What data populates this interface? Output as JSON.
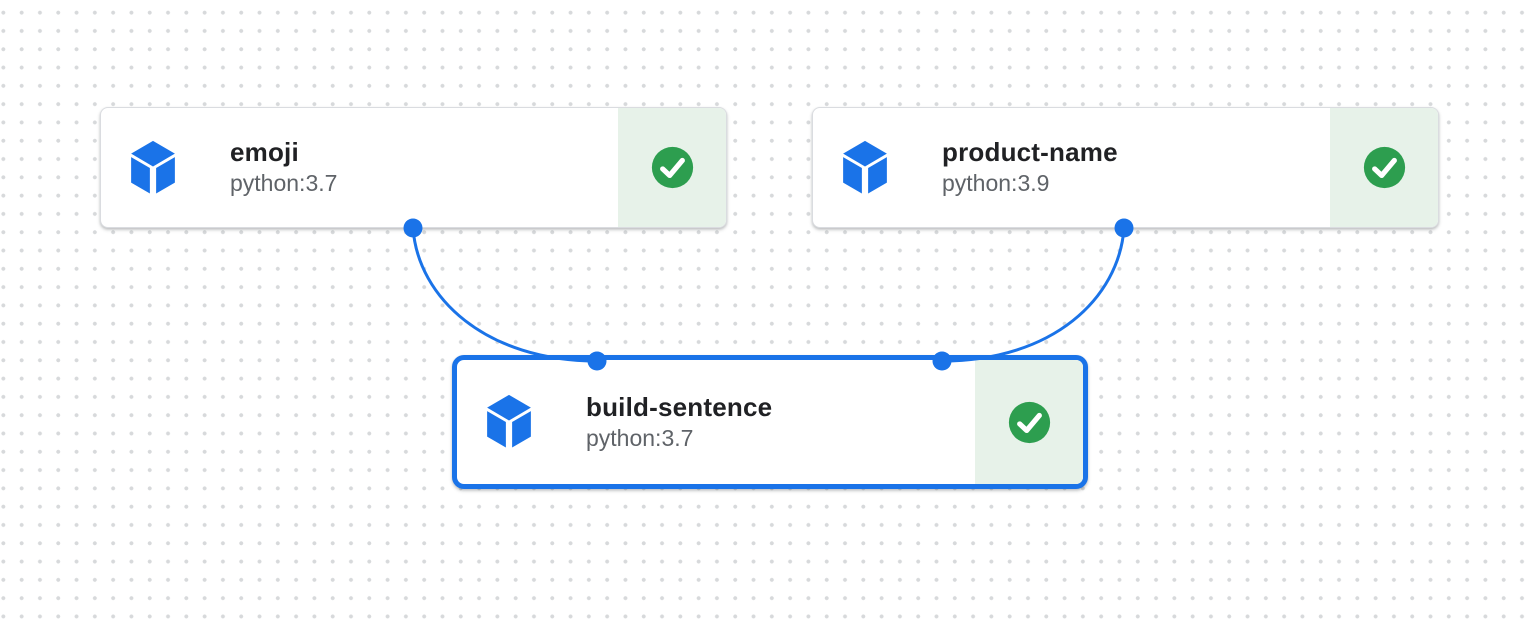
{
  "diagram": {
    "type": "pipeline-dag",
    "nodes": [
      {
        "title": "emoji",
        "subtitle": "python:3.7",
        "status": "succeeded",
        "selected": false,
        "icon": "package-cube-icon",
        "status_icon": "check-circle-icon"
      },
      {
        "title": "product-name",
        "subtitle": "python:3.9",
        "status": "succeeded",
        "selected": false,
        "icon": "package-cube-icon",
        "status_icon": "check-circle-icon"
      },
      {
        "title": "build-sentence",
        "subtitle": "python:3.7",
        "status": "succeeded",
        "selected": true,
        "icon": "package-cube-icon",
        "status_icon": "check-circle-icon"
      }
    ],
    "edges": [
      {
        "from": "emoji",
        "to": "build-sentence"
      },
      {
        "from": "product-name",
        "to": "build-sentence"
      }
    ],
    "colors": {
      "accent_blue": "#1a73e8",
      "success_green": "#2d9e4f",
      "success_panel_bg": "#e7f2e9",
      "node_border": "#dadce0",
      "selected_border": "#1a73e8",
      "title_text": "#202124",
      "subtitle_text": "#5f6368",
      "grid_dot": "#d7d9db"
    }
  }
}
